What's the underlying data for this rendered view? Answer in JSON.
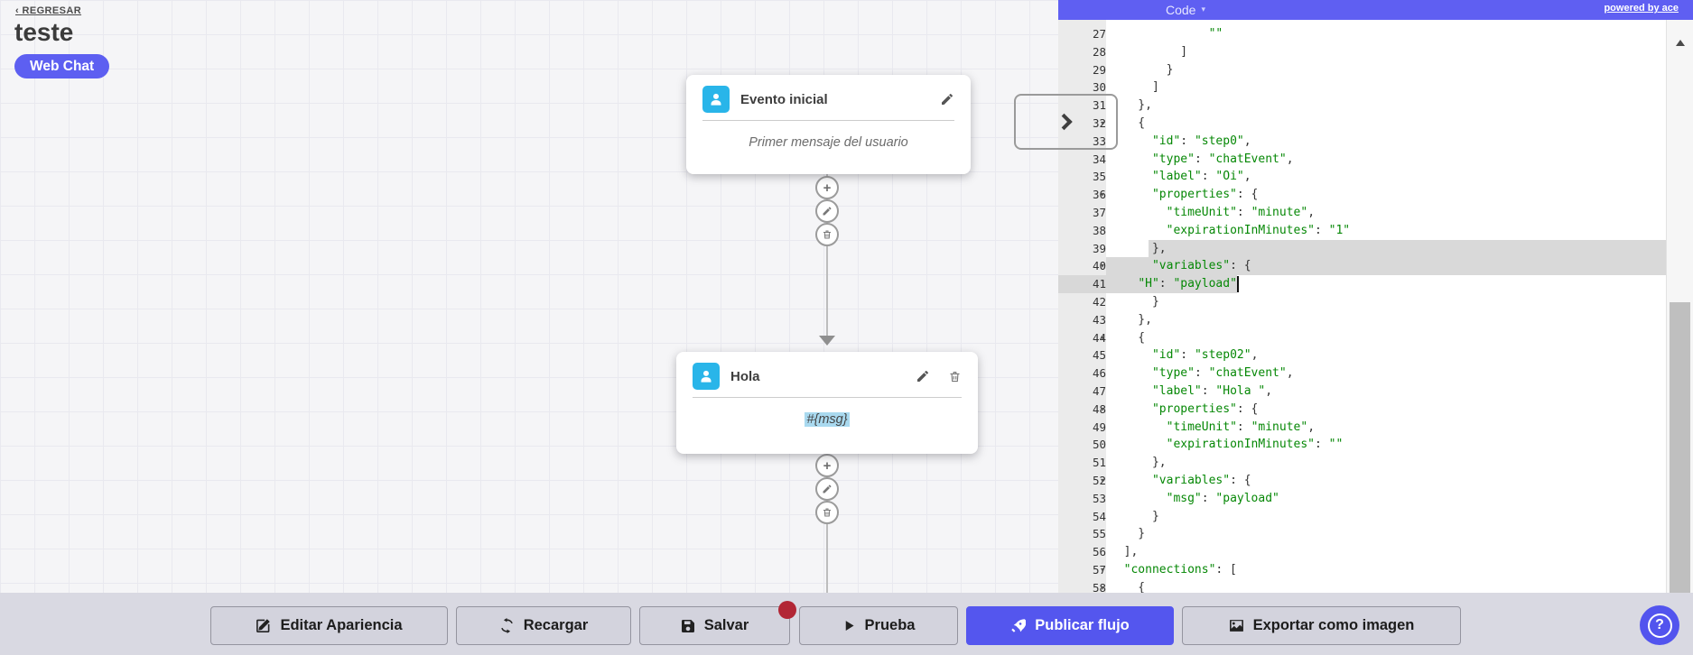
{
  "page": {
    "back_link": "‹ REGRESAR",
    "title": "teste",
    "channel_badge": "Web Chat"
  },
  "flow": {
    "nodes": [
      {
        "title": "Evento inicial",
        "body": "Primer mensaje del usuario",
        "icon": "user-icon",
        "actions": [
          "edit"
        ]
      },
      {
        "title": "Hola",
        "body": "#{msg}",
        "body_highlighted": true,
        "icon": "user-icon",
        "actions": [
          "edit",
          "delete"
        ]
      }
    ],
    "connector_actions": [
      "add-step",
      "edit-step",
      "delete-step"
    ]
  },
  "code_panel": {
    "mode_label": "Code",
    "powered_by": "powered by ace",
    "active_line": 41,
    "lines": [
      {
        "n": 27,
        "text": "              \"\""
      },
      {
        "n": 28,
        "text": "          ]"
      },
      {
        "n": 29,
        "text": "        }"
      },
      {
        "n": 30,
        "text": "      ]"
      },
      {
        "n": 31,
        "text": "    },"
      },
      {
        "n": 32,
        "fold": true,
        "text": "    {"
      },
      {
        "n": 33,
        "text": "      \"id\": \"step0\","
      },
      {
        "n": 34,
        "text": "      \"type\": \"chatEvent\","
      },
      {
        "n": 35,
        "text": "      \"label\": \"Oi\","
      },
      {
        "n": 36,
        "fold": true,
        "text": "      \"properties\": {"
      },
      {
        "n": 37,
        "text": "        \"timeUnit\": \"minute\","
      },
      {
        "n": 38,
        "text": "        \"expirationInMinutes\": \"1\""
      },
      {
        "n": 39,
        "text": "      },"
      },
      {
        "n": 40,
        "fold": true,
        "text": "      \"variables\": {"
      },
      {
        "n": 41,
        "text": "    \"H\": \"payload\""
      },
      {
        "n": 42,
        "text": "      }"
      },
      {
        "n": 43,
        "text": "    },"
      },
      {
        "n": 44,
        "fold": true,
        "text": "    {"
      },
      {
        "n": 45,
        "text": "      \"id\": \"step02\","
      },
      {
        "n": 46,
        "text": "      \"type\": \"chatEvent\","
      },
      {
        "n": 47,
        "text": "      \"label\": \"Hola \","
      },
      {
        "n": 48,
        "fold": true,
        "text": "      \"properties\": {"
      },
      {
        "n": 49,
        "text": "        \"timeUnit\": \"minute\","
      },
      {
        "n": 50,
        "text": "        \"expirationInMinutes\": \"\""
      },
      {
        "n": 51,
        "text": "      },"
      },
      {
        "n": 52,
        "fold": true,
        "text": "      \"variables\": {"
      },
      {
        "n": 53,
        "text": "        \"msg\": \"payload\""
      },
      {
        "n": 54,
        "text": "      }"
      },
      {
        "n": 55,
        "text": "    }"
      },
      {
        "n": 56,
        "text": "  ],"
      },
      {
        "n": 57,
        "fold": true,
        "text": "  \"connections\": ["
      },
      {
        "n": 58,
        "fold": true,
        "text": "    {"
      }
    ]
  },
  "toolbar": {
    "buttons": [
      {
        "label": "Editar Apariencia",
        "icon": "pencil-square-icon"
      },
      {
        "label": "Recargar",
        "icon": "refresh-icon"
      },
      {
        "label": "Salvar",
        "icon": "save-icon",
        "unsaved_badge": true
      },
      {
        "label": "Prueba",
        "icon": "play-icon"
      },
      {
        "label": "Publicar flujo",
        "icon": "rocket-icon",
        "primary": true
      },
      {
        "label": "Exportar como imagen",
        "icon": "image-icon"
      }
    ]
  },
  "help": {
    "label": "?"
  },
  "colors": {
    "accent_purple": "#5456ee",
    "header_purple": "#5f5ff2",
    "node_icon_blue": "#29b5e9",
    "code_string_green": "#068806",
    "selection_gray": "#d9d9d9",
    "msg_highlight_blue": "#a9d9ef",
    "unsaved_badge_red": "#b22635"
  }
}
